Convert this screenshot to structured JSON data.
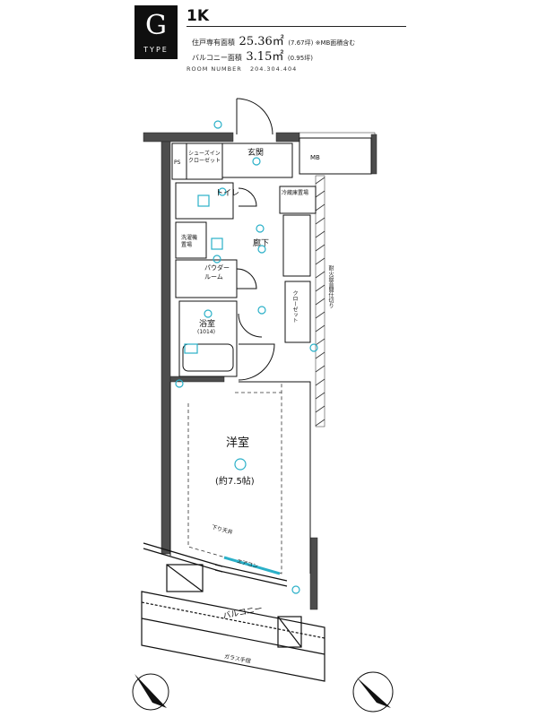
{
  "header": {
    "type_letter": "G",
    "type_word": "TYPE",
    "plan_type": "1K",
    "area_label": "住戸専有面積",
    "area_value": "25.36㎡",
    "area_note": "(7.67坪) ※MB面積含む",
    "balcony_label": "バルコニー面積",
    "balcony_value": "3.15㎡",
    "balcony_note": "(0.95坪)",
    "room_number_label": "ROOM NUMBER",
    "room_number_value": "204.304.404"
  },
  "rooms": {
    "entrance": "玄関",
    "shoe_closet": "シューズイン\nクローゼット",
    "mb": "MB",
    "toilet": "トイレ",
    "corridor": "廊下",
    "laundry": "洗濯機\n置場",
    "powder_room": "パウダー\nルーム",
    "bathroom": "浴室",
    "bathroom_size": "(1014)",
    "western_room": "洋室",
    "western_room_size": "(約7.5帖)",
    "balcony": "バルコニー",
    "fire_wall": "耐火遮音間仕切り",
    "closet": "クローゼット",
    "storage_top": "冷蔵庫置場",
    "ceiling_label": "下り天井",
    "ps_label": "PS",
    "aircon_label": "エアコン",
    "glass_rail": "ガラス手摺"
  },
  "colors": {
    "wall": "#4d4d4d",
    "line": "#111111",
    "symbol": "#2ab0c8"
  }
}
